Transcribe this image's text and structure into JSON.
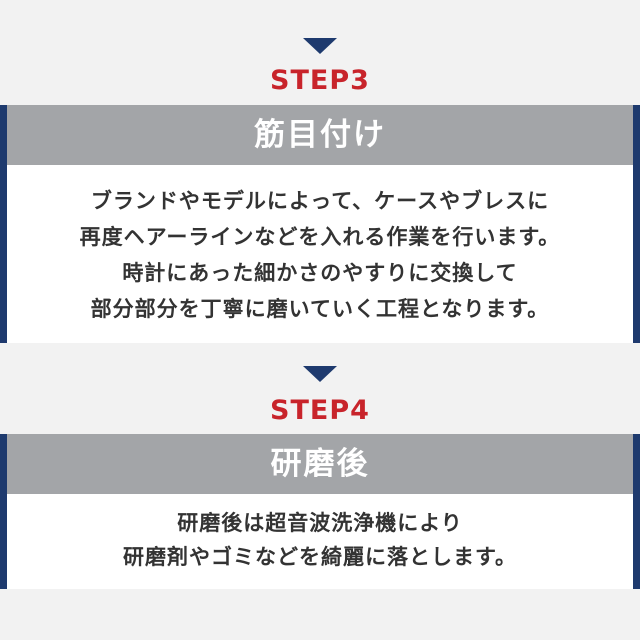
{
  "colors": {
    "accent_navy": "#1e3a6e",
    "step_red": "#c8242b",
    "header_gray": "#a3a5a8",
    "body_white": "#ffffff",
    "background": "#f2f2f2",
    "text": "#333333"
  },
  "steps": [
    {
      "label": "STEP3",
      "title": "筋目付け",
      "lines": [
        "ブランドやモデルによって、ケースやブレスに",
        "再度ヘアーラインなどを入れる作業を行います。",
        "時計にあった細かさのやすりに交換して",
        "部分部分を丁寧に磨いていく工程となります。"
      ]
    },
    {
      "label": "STEP4",
      "title": "研磨後",
      "lines": [
        "研磨後は超音波洗浄機により",
        "研磨剤やゴミなどを綺麗に落とします。"
      ]
    }
  ]
}
